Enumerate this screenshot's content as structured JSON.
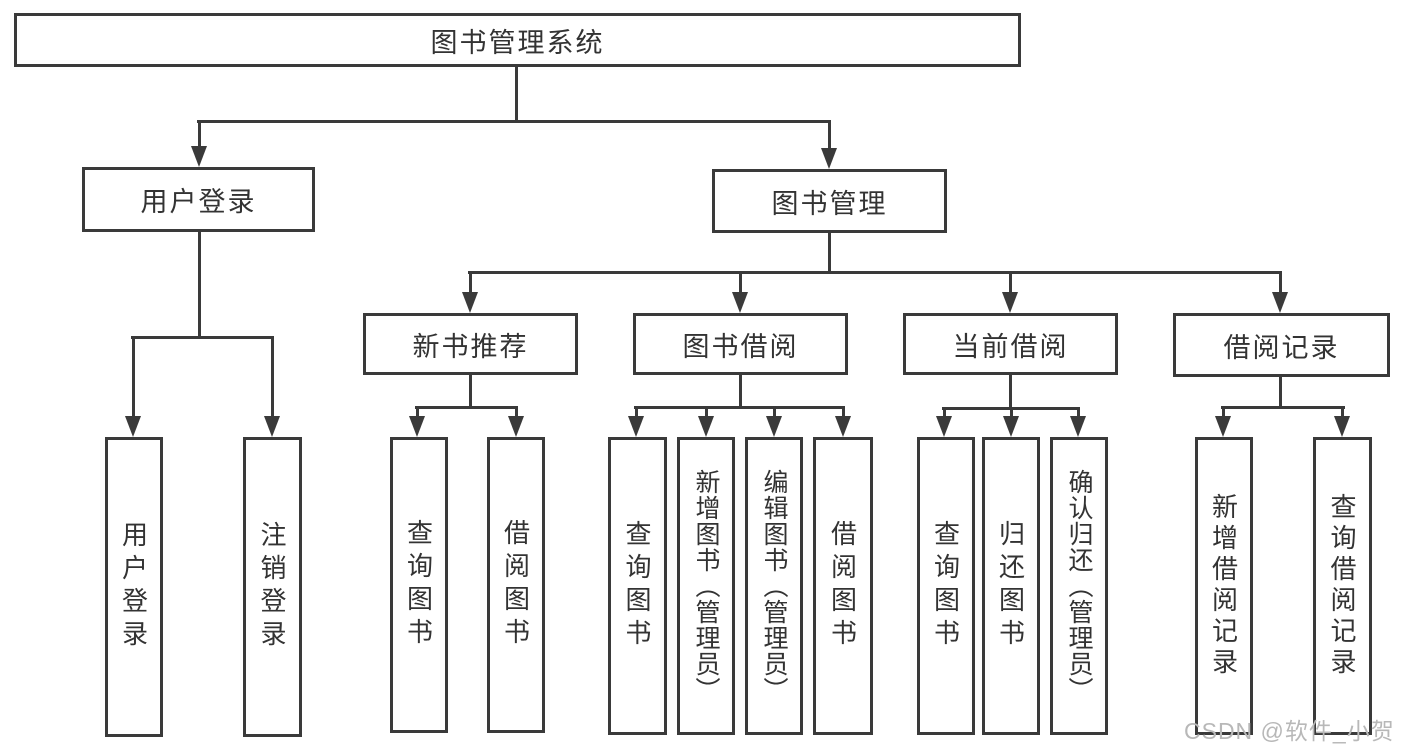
{
  "diagram": {
    "tree": {
      "root": {
        "label": "图书管理系统"
      },
      "level2": [
        {
          "label": "用户登录",
          "children": [
            "用户登录",
            "注销登录"
          ]
        },
        {
          "label": "图书管理",
          "children": [
            {
              "label": "新书推荐",
              "children": [
                "查询图书",
                "借阅图书"
              ]
            },
            {
              "label": "图书借阅",
              "children": [
                "查询图书",
                "新增图书（管理员）",
                "编辑图书（管理员）",
                "借阅图书"
              ]
            },
            {
              "label": "当前借阅",
              "children": [
                "查询图书",
                "归还图书",
                "确认归还（管理员）"
              ]
            },
            {
              "label": "借阅记录",
              "children": [
                "新增借阅记录",
                "查询借阅记录"
              ]
            }
          ]
        }
      ]
    },
    "colors": {
      "line": "#3a3a3a",
      "text": "#333333",
      "background": "#ffffff",
      "watermark": "#b8b8b8"
    }
  },
  "watermark": {
    "text": "CSDN @软件_小贺同学"
  }
}
